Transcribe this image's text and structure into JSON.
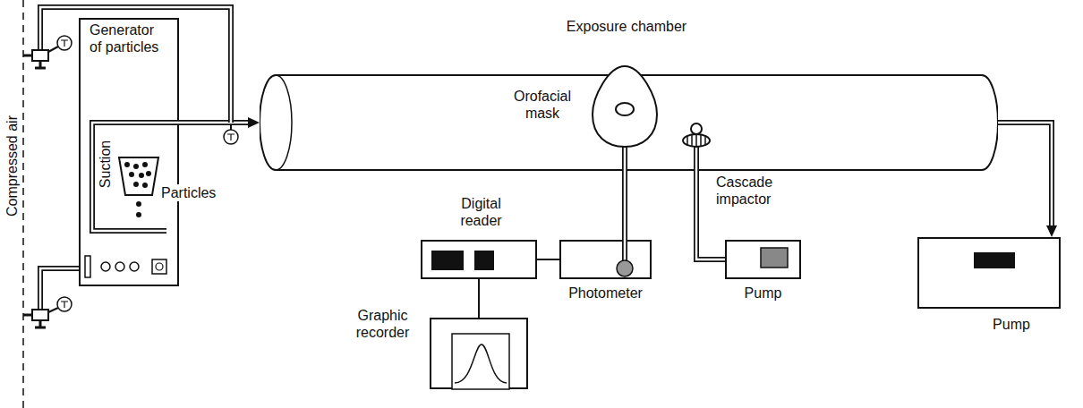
{
  "diagram": {
    "nodes": [
      {
        "text": [
          "Generator of particles"
        ]
      },
      {
        "text": [
          "Exposure chamber"
        ]
      },
      {
        "text": [
          "Digital reader"
        ]
      },
      {
        "text": [
          "Photometer"
        ]
      },
      {
        "text": [
          "Pump"
        ]
      },
      {
        "text": [
          "Pump"
        ]
      },
      {
        "text": [
          "Graphic recorder"
        ]
      }
    ],
    "edges": [
      {
        "from": 0,
        "to": 1,
        "arrow": "to"
      },
      {
        "from": 1,
        "to": 3,
        "arrow": "none"
      },
      {
        "from": 2,
        "to": 3,
        "arrow": "none"
      },
      {
        "from": 2,
        "to": 6,
        "arrow": "none"
      },
      {
        "from": 1,
        "to": 4,
        "arrow": "none"
      },
      {
        "from": 1,
        "to": 5,
        "arrow": "to"
      }
    ],
    "labels": [
      "Compressed air",
      "Suction",
      "Particles",
      "Orofacial mask",
      "Cascade impactor"
    ]
  }
}
